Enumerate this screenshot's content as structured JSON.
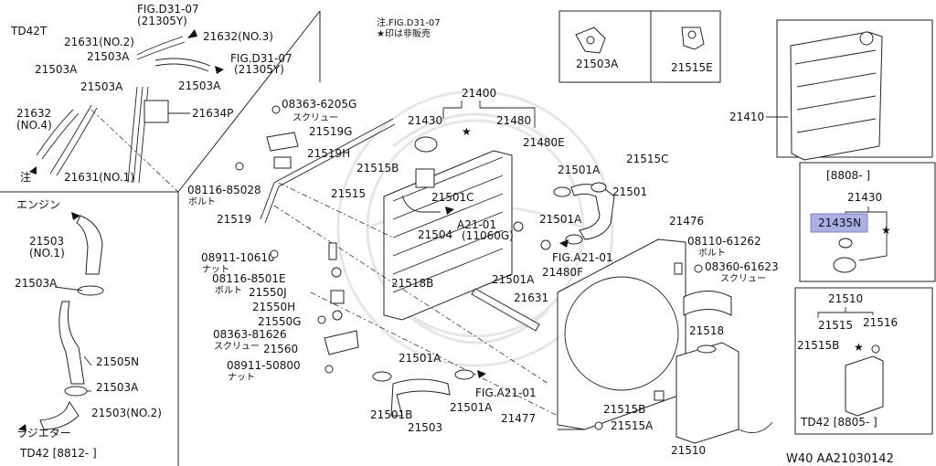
{
  "section_labels": {
    "td42t": "TD42T",
    "note_line1": "注.FIG.D31-07",
    "note_line2": "★印は非販売"
  },
  "parts": {
    "p21400": "21400",
    "p21410": "21410",
    "p21430": "21430",
    "p21480": "21480",
    "p21480e": "21480E",
    "p21480f": "21480F",
    "p21501": "21501",
    "p21501a": "21501A",
    "p21501b": "21501B",
    "p21501c": "21501C",
    "p21503": "21503",
    "p21503a": "21503A",
    "p21503_no1": "21503",
    "p21503_no1_sub": "(NO.1)",
    "p21503_no2": "21503(NO.2)",
    "p21504": "21504",
    "p21505n": "21505N",
    "p21510": "21510",
    "p21515": "21515",
    "p21515a": "21515A",
    "p21515b": "21515B",
    "p21515c": "21515C",
    "p21515e": "21515E",
    "p21516": "21516",
    "p21518": "21518",
    "p21518b": "21518B",
    "p21519": "21519",
    "p21519g": "21519G",
    "p21519h": "21519H",
    "p21550g": "21550G",
    "p21550h": "21550H",
    "p21550j": "21550J",
    "p21560": "21560",
    "p21631": "21631",
    "p21631_no1": "21631(NO.1)",
    "p21631_no2": "21631(NO.2)",
    "p21632_no3": "21632(NO.3)",
    "p21632": "21632",
    "p21632_no4": "(NO.4)",
    "p21634p": "21634P",
    "p21476": "21476",
    "p21477": "21477",
    "p21435n": "21435N"
  },
  "fasteners": {
    "f08363_6205g": "08363-6205G",
    "f08363_6205g_sub": "スクリュー",
    "f08116_85028": "08116-85028",
    "f08116_85028_sub": "ボルト",
    "f08911_10610": "08911-10610",
    "f08911_10610_sub": "ナット",
    "f08116_8501e": "08116-8501E",
    "f08116_8501e_sub": "ボルト",
    "f08363_81626": "08363-81626",
    "f08363_81626_sub": "スクリュー",
    "f08911_50800": "08911-50800",
    "f08911_50800_sub": "ナット",
    "f08110_61262": "08110-61262",
    "f08110_61262_sub": "ボルト",
    "f08360_61623": "08360-61623",
    "f08360_61623_sub": "スクリュー"
  },
  "fig_refs": {
    "fig_d31_a": "FIG.D31-07",
    "fig_d31_a_sub": "(21305Y)",
    "fig_d31_b": "FIG.D31-07",
    "fig_d31_b_sub": "(21305Y)",
    "fig_a21_a": "A21-01",
    "fig_a21_a_sub": "(11060G)",
    "fig_a21_b": "FIG.A21-01",
    "fig_a21_c": "FIG.A21-01"
  },
  "misc_labels": {
    "engine": "エンジン",
    "radiator": "ラジエター",
    "chu": "注",
    "td42_8812": "TD42 [8812-   ]",
    "date_8808": "[8808-   ]",
    "td42_8805": "TD42 [8805-   ]",
    "footer": "W40   AA21030142"
  },
  "colors": {
    "highlight": "#aab0e6",
    "line": "#222222"
  }
}
